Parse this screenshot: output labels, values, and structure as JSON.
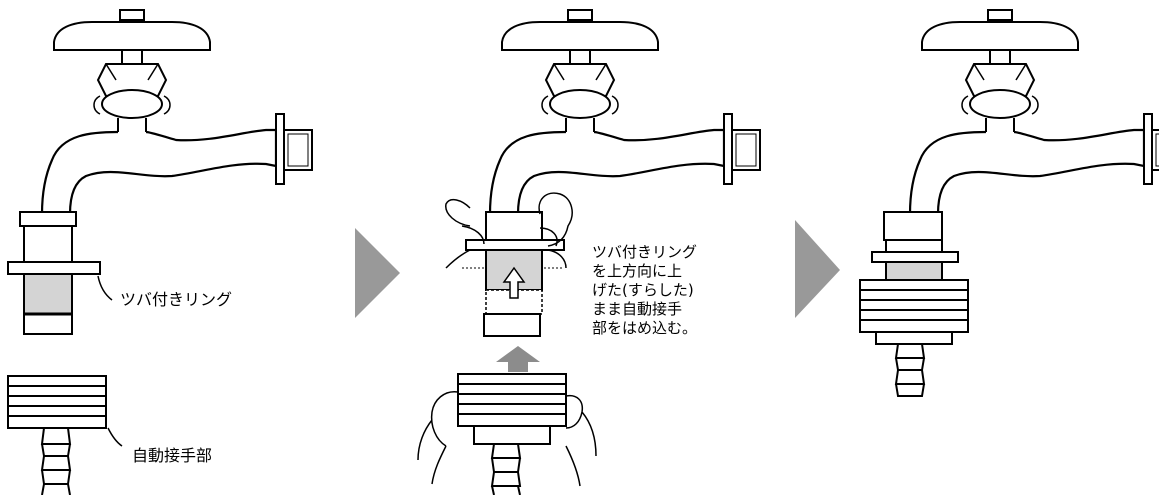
{
  "labels": {
    "ring_label": "ツバ付きリング",
    "coupler_label": "自動接手部",
    "instruction_lines": [
      "ツバ付きリング",
      "を上方向に上",
      "げた(すらした)",
      "まま自動接手",
      "部をはめ込む。"
    ]
  },
  "colors": {
    "line": "#000000",
    "ring_fill": "#d4d4d4",
    "arrow_fill": "#8c8c8c",
    "chevron_fill": "#999999"
  }
}
